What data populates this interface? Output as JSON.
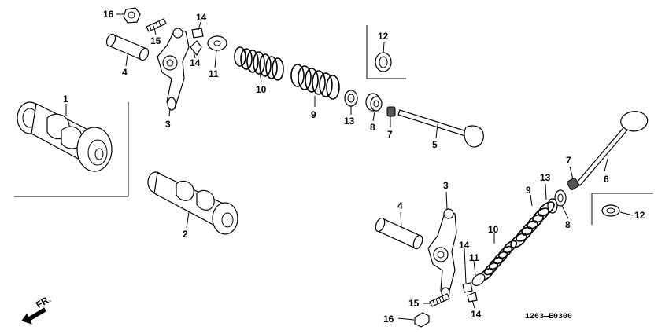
{
  "diagram": {
    "drawing_code": "1263—E0300",
    "direction_marker": "FR.",
    "callouts": {
      "l16a": "16",
      "l15a": "15",
      "l14a": "14",
      "l14b": "14",
      "l4a": "4",
      "l3a": "3",
      "l11a": "11",
      "l10a": "10",
      "l9a": "9",
      "l12a": "12",
      "l13a": "13",
      "l8a": "8",
      "l7a": "7",
      "l5": "5",
      "l1": "1",
      "l2": "2",
      "l3b": "3",
      "l4b": "4",
      "l13b": "13",
      "l7b": "7",
      "l6": "6",
      "l9b": "9",
      "l8b": "8",
      "l12b": "12",
      "l10b": "10",
      "l14c": "14",
      "l11b": "11",
      "l15b": "15",
      "l16b": "16",
      "l14d": "14"
    }
  }
}
